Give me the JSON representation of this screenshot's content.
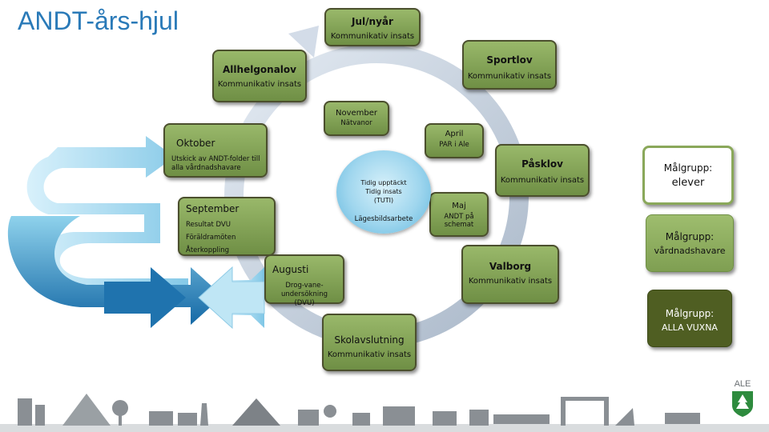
{
  "title": "ANDT-års-hjul",
  "items": {
    "julnyar": {
      "title": "Jul/nyår",
      "text": "Kommunikativ insats"
    },
    "sportlov": {
      "title": "Sportlov",
      "text": "Kommunikativ insats"
    },
    "allhelgonalov": {
      "title": "Allhelgonalov",
      "text": "Kommunikativ insats"
    },
    "november": {
      "title": "November",
      "text": "Nätvanor"
    },
    "april": {
      "title": "April",
      "text": "PAR i Ale"
    },
    "oktober": {
      "title": "Oktober",
      "text": "Utskick av ANDT-folder till alla vårdnadshavare"
    },
    "pasklov": {
      "title": "Påsklov",
      "text": "Kommunikativ insats"
    },
    "maj": {
      "title": "Maj",
      "text": "ANDT på schemat"
    },
    "september": {
      "title": "September",
      "line1": "Resultat DVU",
      "line2": "Föräldramöten",
      "line3": "Återkoppling"
    },
    "valborg": {
      "title": "Valborg",
      "text": "Kommunikativ insats"
    },
    "augusti": {
      "title": "Augusti",
      "text": "Drog-vane-undersökning (DVU)"
    },
    "skolavslutning": {
      "title": "Skolavslutning",
      "text": "Kommunikativ insats"
    }
  },
  "center": {
    "line1": "Tidig upptäckt",
    "line2": "Tidig insats",
    "line3": "(TUTI)",
    "line4": "Lägesbildsarbete"
  },
  "targets": [
    {
      "label": "Målgrupp:",
      "value": "elever"
    },
    {
      "label": "Målgrupp:",
      "value": "vårdnadshavare"
    },
    {
      "label": "Målgrupp:",
      "value": "ALLA VUXNA"
    }
  ],
  "logo": {
    "text": "ALE"
  },
  "colors": {
    "title": "#2a7ab8",
    "box": "#8aa85a",
    "ring": "#c8d4e2",
    "arrow_dark": "#1f78b0",
    "arrow_light": "#9fd8ef"
  },
  "icons": [
    "cycle-arrow-icon",
    "return-arrow-icon",
    "ale-logo-icon",
    "skyline-illustration"
  ]
}
